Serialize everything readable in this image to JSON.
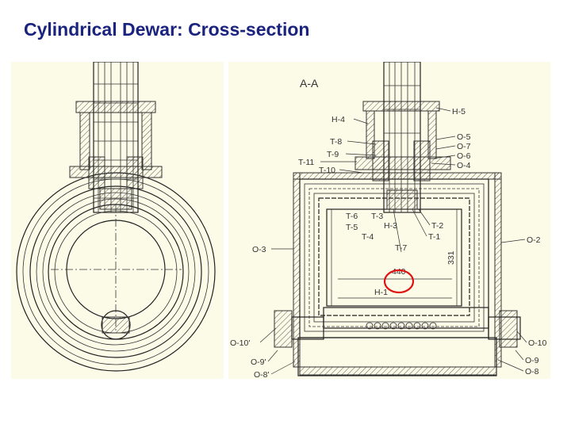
{
  "title": "Cylindrical Dewar: Cross-section",
  "right_drawing": {
    "section_label": "A-A",
    "labels": {
      "H5": "H-5",
      "H4": "H-4",
      "O5": "O-5",
      "O7": "O-7",
      "O6": "O-6",
      "O4": "O-4",
      "T8": "T-8",
      "T9": "T-9",
      "T11": "T-11",
      "T10": "T-10",
      "T6": "T-6",
      "T3": "T-3",
      "T5": "T-5",
      "H3": "H-3",
      "T4": "T-4",
      "T2": "T-2",
      "T1": "T-1",
      "T7": "T-7",
      "O3": "O-3",
      "O2": "O-2",
      "dim331": "331",
      "dim440": "440",
      "H1": "H-1",
      "O10p": "O-10'",
      "O9p": "O-9'",
      "O8p": "O-8'",
      "O10": "O-10",
      "O9": "O-9",
      "O8": "O-8"
    }
  },
  "colors": {
    "title": "#1a237e",
    "panel": "#fbfbe8",
    "highlight": "#e01010"
  }
}
